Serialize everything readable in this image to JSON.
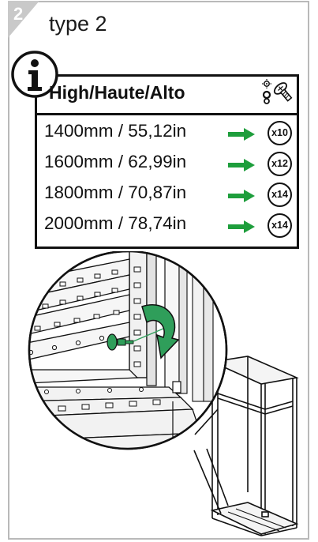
{
  "step": {
    "number": "2",
    "title": "type 2"
  },
  "info": {
    "icon_glyph": "i",
    "heading": "High/Haute/Alto",
    "rows": [
      {
        "label": "1400mm / 55,12in",
        "qty": "x10"
      },
      {
        "label": "1600mm / 62,99in",
        "qty": "x12"
      },
      {
        "label": "1800mm / 70,87in",
        "qty": "x14"
      },
      {
        "label": "2000mm / 78,74in",
        "qty": "x14"
      }
    ]
  },
  "colors": {
    "tab": "#c9c9c9",
    "border": "#b9b9b9",
    "arrow": "#1e9e3c",
    "screw": "#2f9e5a"
  },
  "icons": [
    "step-tab",
    "info-icon",
    "screw-icon",
    "arrow-right-icon",
    "illustration-cabinet"
  ]
}
